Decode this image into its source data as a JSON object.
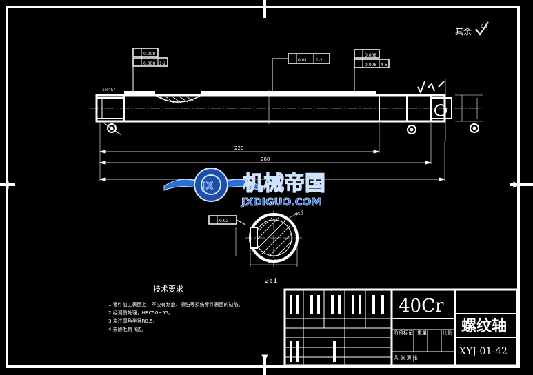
{
  "drawing": {
    "roughness_note": "其余",
    "roughness_value": "6.3",
    "gdt_left_1": "0.008",
    "gdt_left_2": "0.008",
    "gdt_left_datum": "1-2",
    "gdt_center": "0.01",
    "gdt_center_datum": "1-2",
    "gdt_right_1": "0.008",
    "gdt_right_2": "0.008",
    "gdt_right_datum": "4-5",
    "chamfer_left": "1×45°",
    "dim_220": "220",
    "dim_260": "260",
    "dim_section_d": "φ10",
    "dim_section_key": "14.5",
    "section_gdt": "0.02",
    "scale_label": "2:1",
    "tech_title": "技术要求",
    "tech_notes": [
      "1.零件加工表面上，不应有划痕、擦伤等损伤零件表面的缺陷。",
      "2.经调质处理，HRC50~55。",
      "3.未注圆角半径R0.5。",
      "4.去除毛刺飞边。"
    ]
  },
  "title_block": {
    "material": "40Cr",
    "part_name": "螺纹轴",
    "drawing_no": "XYJ-01-42",
    "stage_label": "阶段标记",
    "weight_label": "重量",
    "ratio_label": "比例",
    "sheet_label": "共 张  第 张"
  },
  "watermark": {
    "cn": "机械帝国",
    "en": "JXDIGUO.COM",
    "logo": "JX"
  }
}
